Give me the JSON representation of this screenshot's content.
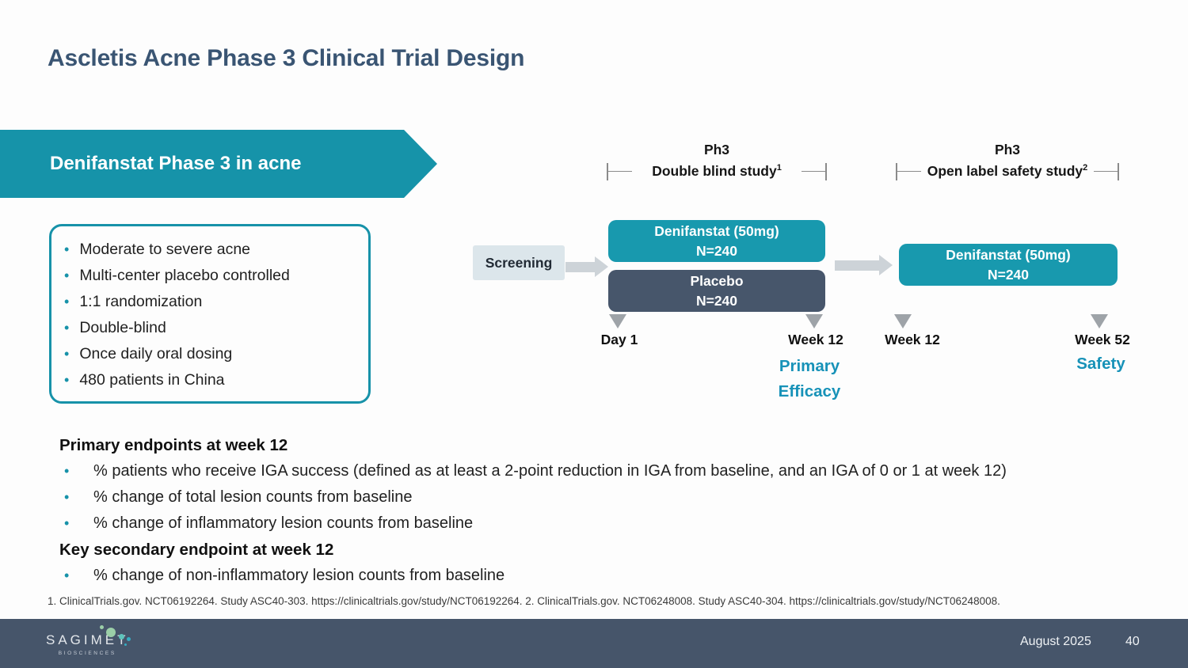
{
  "slide": {
    "title": "Ascletis Acne Phase 3 Clinical Trial Design",
    "banner_label": "Denifanstat Phase 3 in acne",
    "bullet_char": "•",
    "study_characteristics": [
      "Moderate to severe acne",
      "Multi-center placebo controlled",
      "1:1 randomization",
      "Double-blind",
      "Once daily oral dosing",
      "480 patients in China"
    ],
    "diagram": {
      "double_blind": {
        "phase": "Ph3",
        "name": "Double blind study",
        "footnote_ref": "1"
      },
      "open_label": {
        "phase": "Ph3",
        "name": "Open label safety study",
        "footnote_ref": "2"
      },
      "screening": "Screening",
      "arms": {
        "denifanstat_db": {
          "drug": "Denifanstat (50mg)",
          "n": "N=240"
        },
        "placebo": {
          "drug": "Placebo",
          "n": "N=240"
        },
        "denifanstat_ol": {
          "drug": "Denifanstat (50mg)",
          "n": "N=240"
        }
      },
      "timeline": {
        "day1": "Day 1",
        "week12_db": "Week 12",
        "week12_ol": "Week 12",
        "week52": "Week 52"
      },
      "callouts": {
        "primary_efficacy_line1": "Primary",
        "primary_efficacy_line2": "Efficacy",
        "safety": "Safety"
      }
    },
    "endpoints": {
      "primary_heading": "Primary endpoints at week 12",
      "primary_items": [
        "% patients who receive IGA success (defined as at least a 2-point reduction in IGA from baseline, and an IGA of 0 or 1 at week 12)",
        "% change of total lesion counts from baseline",
        "% change of inflammatory lesion counts from baseline"
      ],
      "secondary_heading": "Key secondary endpoint at week 12",
      "secondary_items": [
        "% change of non-inflammatory lesion counts from baseline"
      ]
    },
    "footnote": "1. ClinicalTrials.gov. NCT06192264. Study ASC40-303. https://clinicaltrials.gov/study/NCT06192264. 2. ClinicalTrials.gov. NCT06248008. Study ASC40-304. https://clinicaltrials.gov/study/NCT06248008.",
    "footer": {
      "logo_name": "SAGIMET",
      "logo_sub": "BIOSCIENCES",
      "date": "August 2025",
      "page_number": "40"
    },
    "colors": {
      "teal_banner": "#1693a9",
      "teal_box": "#1899ae",
      "slate_box": "#47566b",
      "screening_bg": "#dce6eb",
      "title_navy": "#3a5573",
      "accent_teal_text": "#1792b8",
      "footer_bg": "#46556a"
    }
  }
}
